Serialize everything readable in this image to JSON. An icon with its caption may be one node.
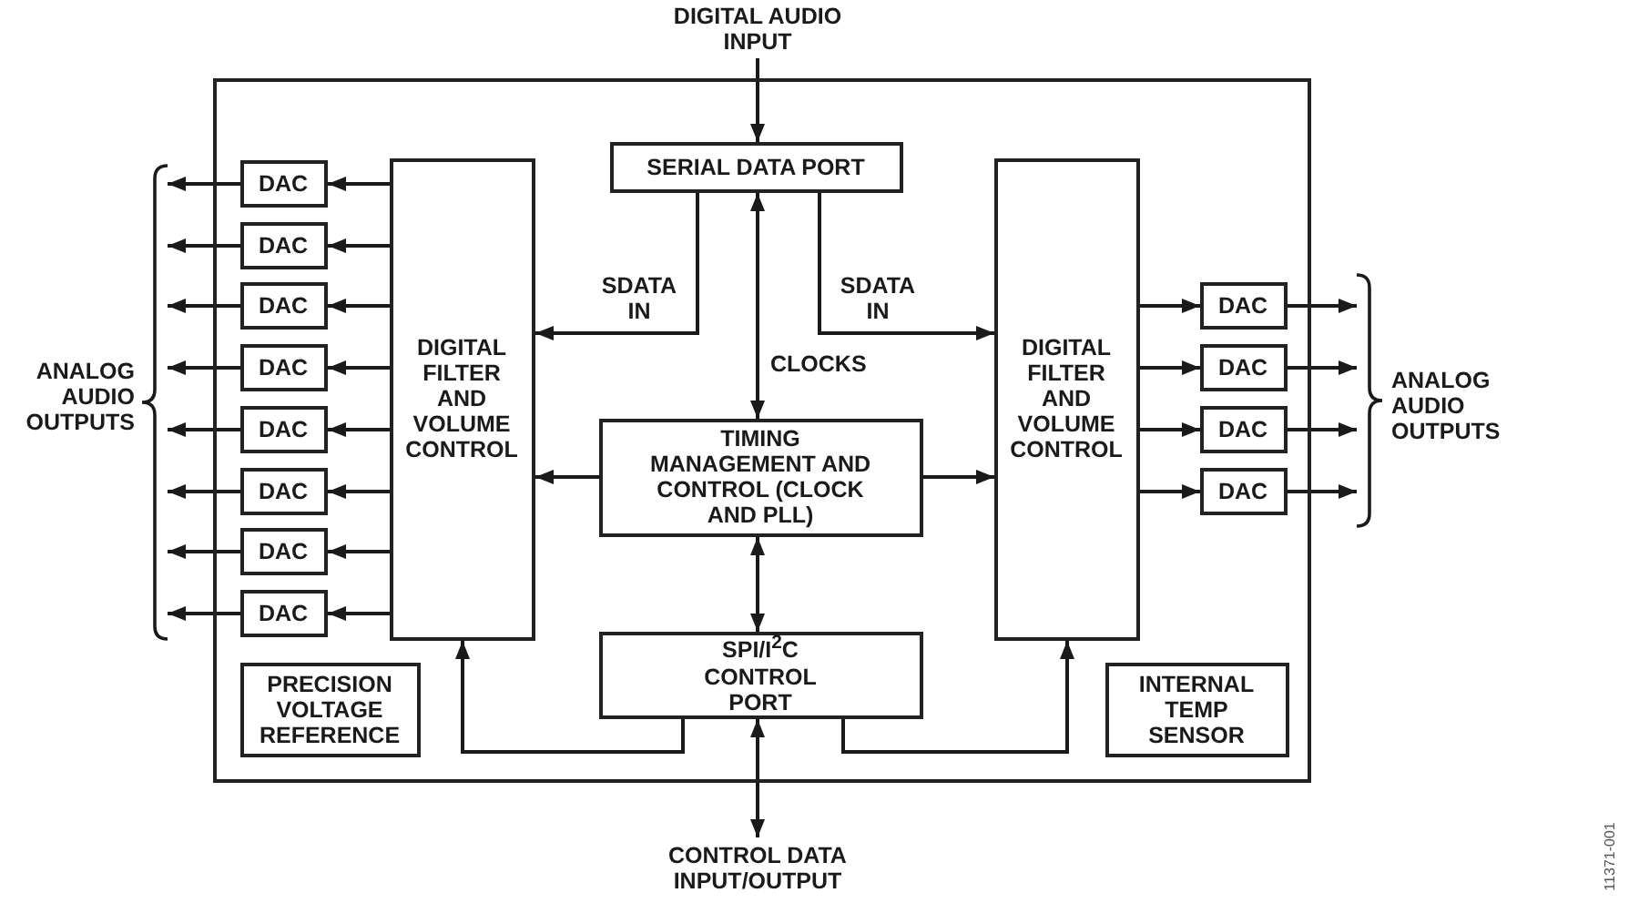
{
  "diagram": {
    "nodes": [
      {
        "text": [],
        "shape": "box"
      },
      {
        "text": [
          "DIGITAL AUDIO INPUT"
        ]
      },
      {
        "text": [
          "SERIAL DATA PORT"
        ],
        "in": 0
      },
      {
        "text": [
          "DIGITAL FILTER AND VOLUME CONTROL"
        ],
        "in": 0
      },
      {
        "text": [
          "DIGITAL FILTER AND VOLUME CONTROL"
        ],
        "in": 0
      },
      {
        "text": [
          "TIMING MANAGEMENT AND CONTROL (CLOCK AND PLL)"
        ],
        "in": 0
      },
      {
        "text": [
          "SPI/I$^{2}$C CONTROL PORT"
        ],
        "in": 0
      },
      {
        "text": [
          "PRECISION VOLTAGE REFERENCE"
        ],
        "in": 0
      },
      {
        "text": [
          "INTERNAL TEMP SENSOR"
        ],
        "in": 0
      },
      {
        "text": [
          "DAC"
        ],
        "in": 0
      },
      {
        "text": [
          "DAC"
        ],
        "in": 0
      },
      {
        "text": [
          "DAC"
        ],
        "in": 0
      },
      {
        "text": [
          "DAC"
        ],
        "in": 0
      },
      {
        "text": [
          "DAC"
        ],
        "in": 0
      },
      {
        "text": [
          "DAC"
        ],
        "in": 0
      },
      {
        "text": [
          "DAC"
        ],
        "in": 0
      },
      {
        "text": [
          "DAC"
        ],
        "in": 0
      },
      {
        "text": [
          "DAC"
        ],
        "in": 0
      },
      {
        "text": [
          "DAC"
        ],
        "in": 0
      },
      {
        "text": [
          "DAC"
        ],
        "in": 0
      },
      {
        "text": [
          "DAC"
        ],
        "in": 0
      },
      {
        "text": [
          "CONTROL DATA INPUT/OUTPUT"
        ]
      },
      {
        "text": [],
        "shape": "brace",
        "beside": [
          "ANALOG AUDIO OUTPUTS"
        ]
      },
      {
        "text": [],
        "shape": "brace",
        "beside": [
          "ANALOG AUDIO OUTPUTS"
        ]
      }
    ],
    "edges": [
      {
        "from": 1,
        "to": 2,
        "arrow": "to"
      },
      {
        "from": 2,
        "to": 3,
        "arrow": "to",
        "label": "SDATA IN"
      },
      {
        "from": 2,
        "to": 4,
        "arrow": "to",
        "label": "SDATA IN"
      },
      {
        "from": 2,
        "to": 5,
        "arrow": "both",
        "label": "CLOCKS"
      },
      {
        "from": 5,
        "to": 3,
        "arrow": "to"
      },
      {
        "from": 5,
        "to": 4,
        "arrow": "to"
      },
      {
        "from": 5,
        "to": 6,
        "arrow": "both"
      },
      {
        "from": 6,
        "to": 21,
        "arrow": "both"
      },
      {
        "from": 6,
        "to": 3,
        "arrow": "to"
      },
      {
        "from": 6,
        "to": 4,
        "arrow": "to"
      },
      {
        "from": 3,
        "to": 9,
        "arrow": "to"
      },
      {
        "from": 3,
        "to": 10,
        "arrow": "to"
      },
      {
        "from": 3,
        "to": 11,
        "arrow": "to"
      },
      {
        "from": 3,
        "to": 12,
        "arrow": "to"
      },
      {
        "from": 3,
        "to": 13,
        "arrow": "to"
      },
      {
        "from": 3,
        "to": 14,
        "arrow": "to"
      },
      {
        "from": 3,
        "to": 15,
        "arrow": "to"
      },
      {
        "from": 3,
        "to": 16,
        "arrow": "to"
      },
      {
        "from": 9,
        "to": 22,
        "arrow": "to"
      },
      {
        "from": 10,
        "to": 22,
        "arrow": "to"
      },
      {
        "from": 11,
        "to": 22,
        "arrow": "to"
      },
      {
        "from": 12,
        "to": 22,
        "arrow": "to"
      },
      {
        "from": 13,
        "to": 22,
        "arrow": "to"
      },
      {
        "from": 14,
        "to": 22,
        "arrow": "to"
      },
      {
        "from": 15,
        "to": 22,
        "arrow": "to"
      },
      {
        "from": 16,
        "to": 22,
        "arrow": "to"
      },
      {
        "from": 4,
        "to": 17,
        "arrow": "to"
      },
      {
        "from": 4,
        "to": 18,
        "arrow": "to"
      },
      {
        "from": 4,
        "to": 19,
        "arrow": "to"
      },
      {
        "from": 4,
        "to": 20,
        "arrow": "to"
      },
      {
        "from": 17,
        "to": 23,
        "arrow": "to"
      },
      {
        "from": 18,
        "to": 23,
        "arrow": "to"
      },
      {
        "from": 19,
        "to": 23,
        "arrow": "to"
      },
      {
        "from": 20,
        "to": 23,
        "arrow": "to"
      }
    ],
    "labels": [
      "11371-001"
    ]
  }
}
